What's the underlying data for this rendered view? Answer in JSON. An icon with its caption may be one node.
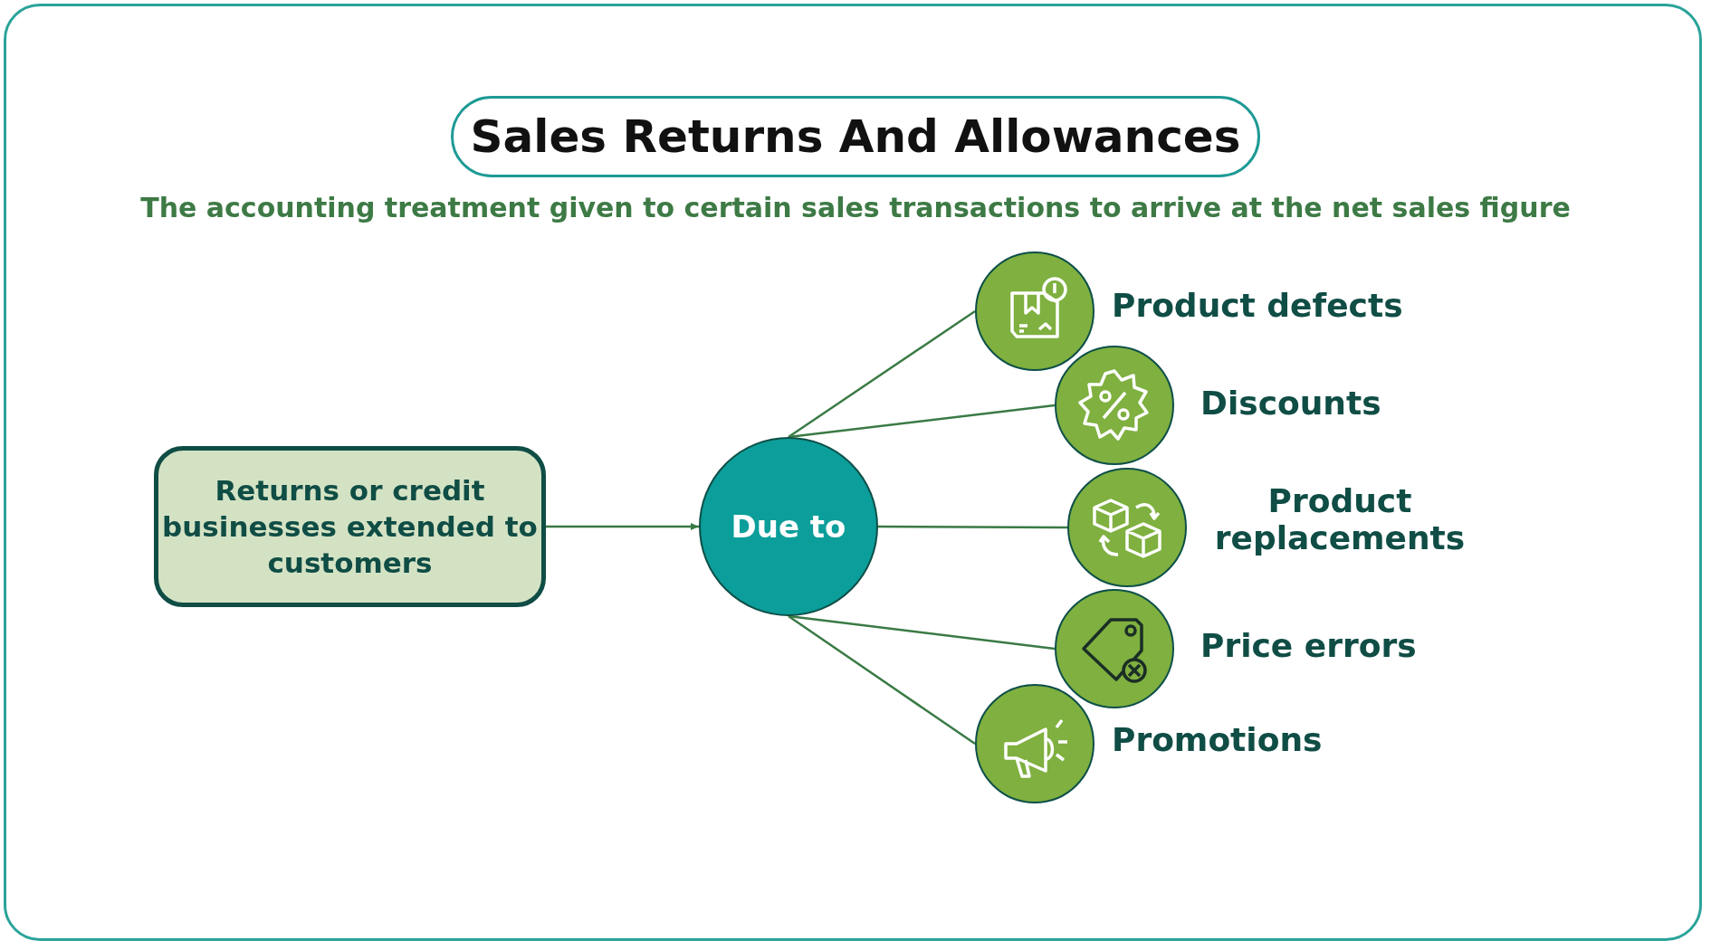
{
  "diagram": {
    "title": "Sales Returns And Allowances",
    "caption": "The accounting treatment given to certain sales transactions to arrive at the net sales figure",
    "nodes": [
      {
        "text": [
          "Returns or credit businesses extended to customers"
        ]
      },
      {
        "text": [
          "Due to"
        ]
      },
      {
        "text": [],
        "shape": "circle",
        "beside": [
          "Product defects"
        ]
      },
      {
        "text": [],
        "shape": "circle",
        "beside": [
          "Discounts"
        ]
      },
      {
        "text": [],
        "shape": "circle",
        "beside": [
          "Product replacements"
        ]
      },
      {
        "text": [],
        "shape": "circle",
        "beside": [
          "Price errors"
        ]
      },
      {
        "text": [],
        "shape": "circle",
        "beside": [
          "Promotions"
        ]
      }
    ],
    "edges": [
      {
        "from": 0,
        "to": 1,
        "arrow": "to"
      },
      {
        "from": 1,
        "to": 2,
        "arrow": "none"
      },
      {
        "from": 1,
        "to": 3,
        "arrow": "none"
      },
      {
        "from": 1,
        "to": 4,
        "arrow": "none"
      },
      {
        "from": 1,
        "to": 5,
        "arrow": "none"
      },
      {
        "from": 1,
        "to": 6,
        "arrow": "none"
      }
    ]
  }
}
